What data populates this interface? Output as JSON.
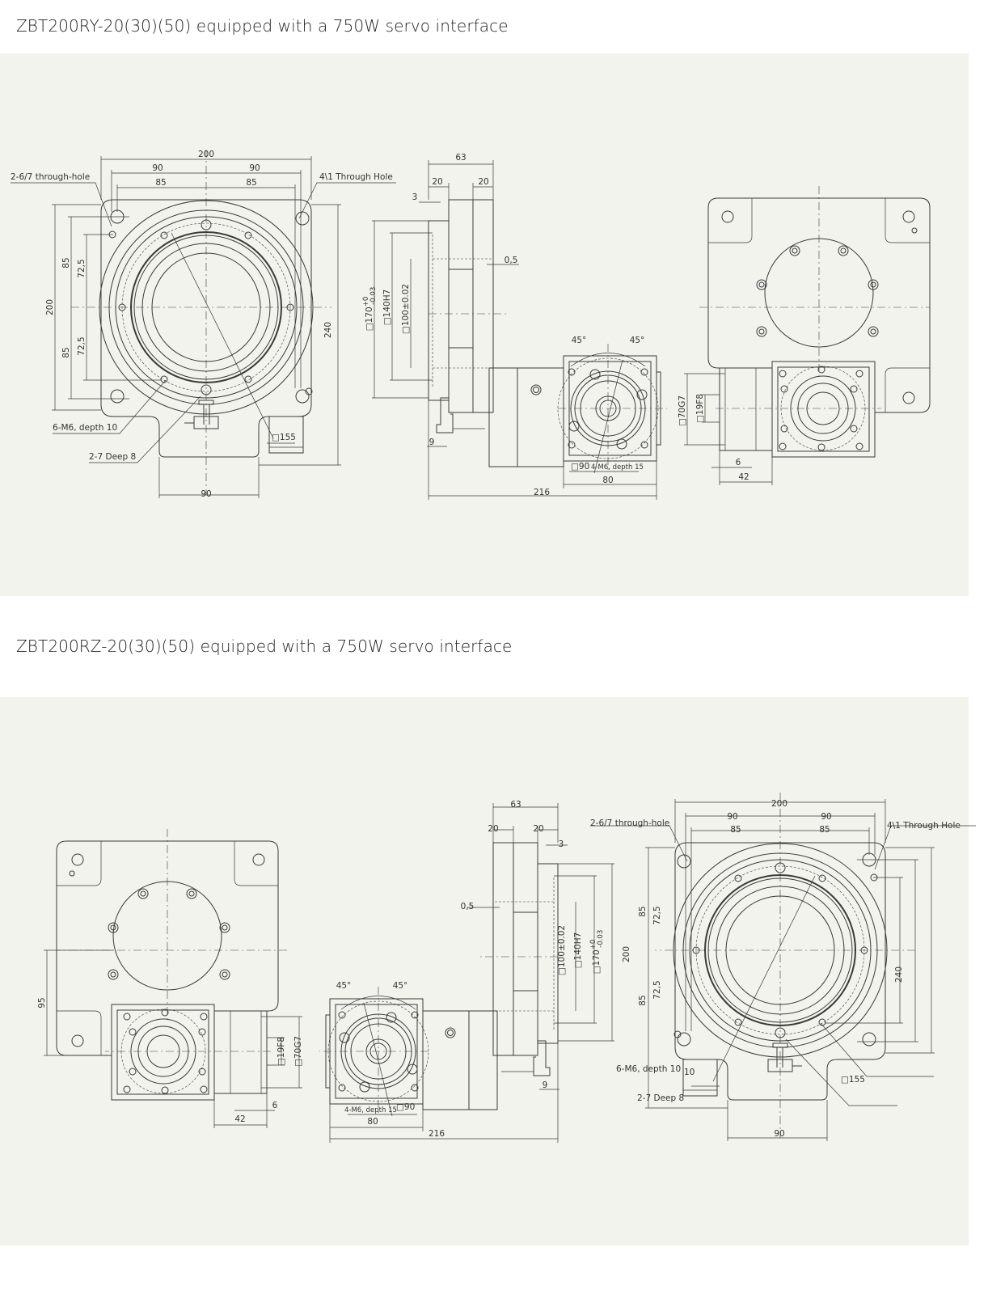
{
  "section1": {
    "title": "ZBT200RY-20(30)(50) equipped with a 750W servo interface",
    "top_view": {
      "through_hole_small": "2-6/7 through-hole",
      "through_hole_large": "4\\1 Through Hole",
      "width_total": "200",
      "width_half_left": "90",
      "width_half_right": "90",
      "hole_pitch_left": "85",
      "hole_pitch_right": "85",
      "height_total": "200",
      "height_upper": "85",
      "height_lower": "85",
      "inner_upper": "72,5",
      "inner_lower": "72,5",
      "depth_total": "240",
      "tapped_holes": "6-M6, depth 10",
      "deep_holes": "2-7 Deep 8",
      "square_155": "□155",
      "tab_width": "90"
    },
    "side_view": {
      "thickness_total": "63",
      "flange_left": "20",
      "flange_right": "20",
      "step": "3",
      "gap": "0,5",
      "square_170": "□170",
      "square_170_tol_upper": "+0",
      "square_170_tol_lower": "-0.03",
      "square_140": "□140H7",
      "square_100": "□100±0.02",
      "offset_9": "9",
      "angle_left": "45°",
      "angle_right": "45°",
      "square_90": "□90",
      "motor_holes": "4-M6, depth 15",
      "motor_width": "80",
      "length_total": "216"
    },
    "back_view": {
      "pilot_70": "□70G7",
      "shaft_19": "□19F8",
      "shaft_offset": "6",
      "shaft_length": "42"
    }
  },
  "section2": {
    "title": "ZBT200RZ-20(30)(50) equipped with a 750W servo interface",
    "back_view": {
      "height_95": "95",
      "shaft_19": "□19F8",
      "pilot_70": "□70G7",
      "shaft_offset": "6",
      "shaft_length": "42"
    },
    "side_view": {
      "angle_left": "45°",
      "angle_right": "45°",
      "motor_holes": "4-M6, depth 15",
      "square_90": "□90",
      "motor_width": "80",
      "length_total": "216",
      "thickness_total": "63",
      "flange_left": "20",
      "flange_right": "20",
      "step": "3",
      "gap": "0,5",
      "square_100": "□100±0.02",
      "square_140": "□140H7",
      "square_170": "□170",
      "square_170_tol_upper": "+0",
      "square_170_tol_lower": "-0.03",
      "offset_9": "9"
    },
    "top_view": {
      "through_hole_small": "2-6/7 through-hole",
      "width_total": "200",
      "width_half_left": "90",
      "width_half_right": "90",
      "hole_pitch_left": "85",
      "hole_pitch_right": "85",
      "through_hole_large": "4\\1 Through Hole",
      "height_upper": "85",
      "height_lower": "85",
      "inner_upper": "72,5",
      "inner_lower": "72,5",
      "height_total": "200",
      "depth_total": "240",
      "tapped_holes": "6-M6, depth 10",
      "tapped_depth_note": "10",
      "square_155": "□155",
      "deep_holes": "2-7 Deep 8",
      "tab_width": "90"
    }
  }
}
